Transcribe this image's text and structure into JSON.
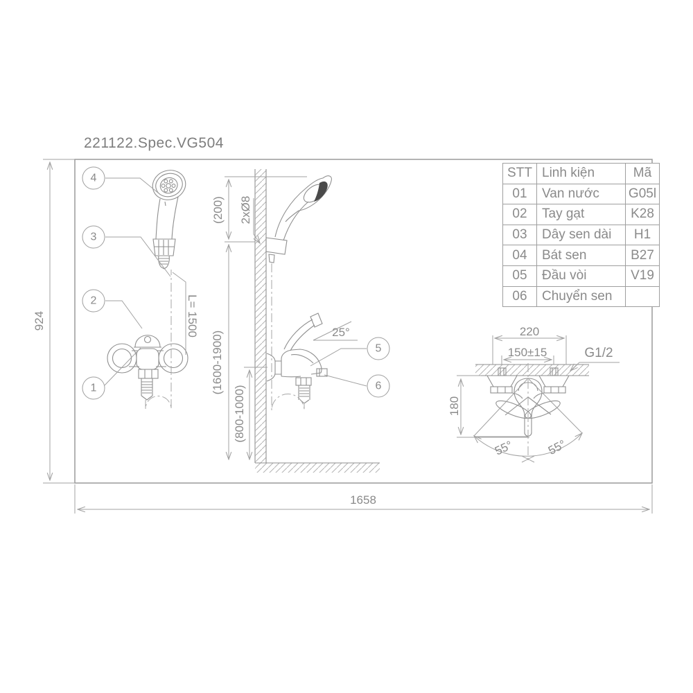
{
  "title": "221122.Spec.VG504",
  "parts_table": {
    "headers": {
      "stt": "STT",
      "part": "Linh kiện",
      "code": "Mã"
    },
    "rows": [
      {
        "stt": "01",
        "part": "Van nước",
        "code": "G05l"
      },
      {
        "stt": "02",
        "part": "Tay gạt",
        "code": "K28"
      },
      {
        "stt": "03",
        "part": "Dây sen dài",
        "code": "H1"
      },
      {
        "stt": "04",
        "part": "Bát sen",
        "code": "B27"
      },
      {
        "stt": "05",
        "part": "Đầu vòi",
        "code": "V19"
      },
      {
        "stt": "06",
        "part": "Chuyển sen",
        "code": ""
      }
    ]
  },
  "callouts": {
    "c1": "1",
    "c2": "2",
    "c3": "3",
    "c4": "4",
    "c5": "5",
    "c6": "6"
  },
  "dimensions": {
    "overall_height": "924",
    "overall_width": "1658",
    "bracket_to_head": "(200)",
    "mounting_holes": "2xØ8",
    "bracket_height": "(1600-1900)",
    "faucet_height": "(800-1000)",
    "hose_length": "L= 1500",
    "spout_angle": "25°",
    "body_width": "220",
    "hole_spacing": "150±15",
    "thread_size": "G1/2",
    "body_height": "180",
    "handle_swing_left": "55°",
    "handle_swing_right": "55°"
  },
  "colors": {
    "line": "#8f8f8f",
    "text": "#8a8a8a",
    "dark_fill": "#4a4a4a",
    "background": "#ffffff"
  }
}
